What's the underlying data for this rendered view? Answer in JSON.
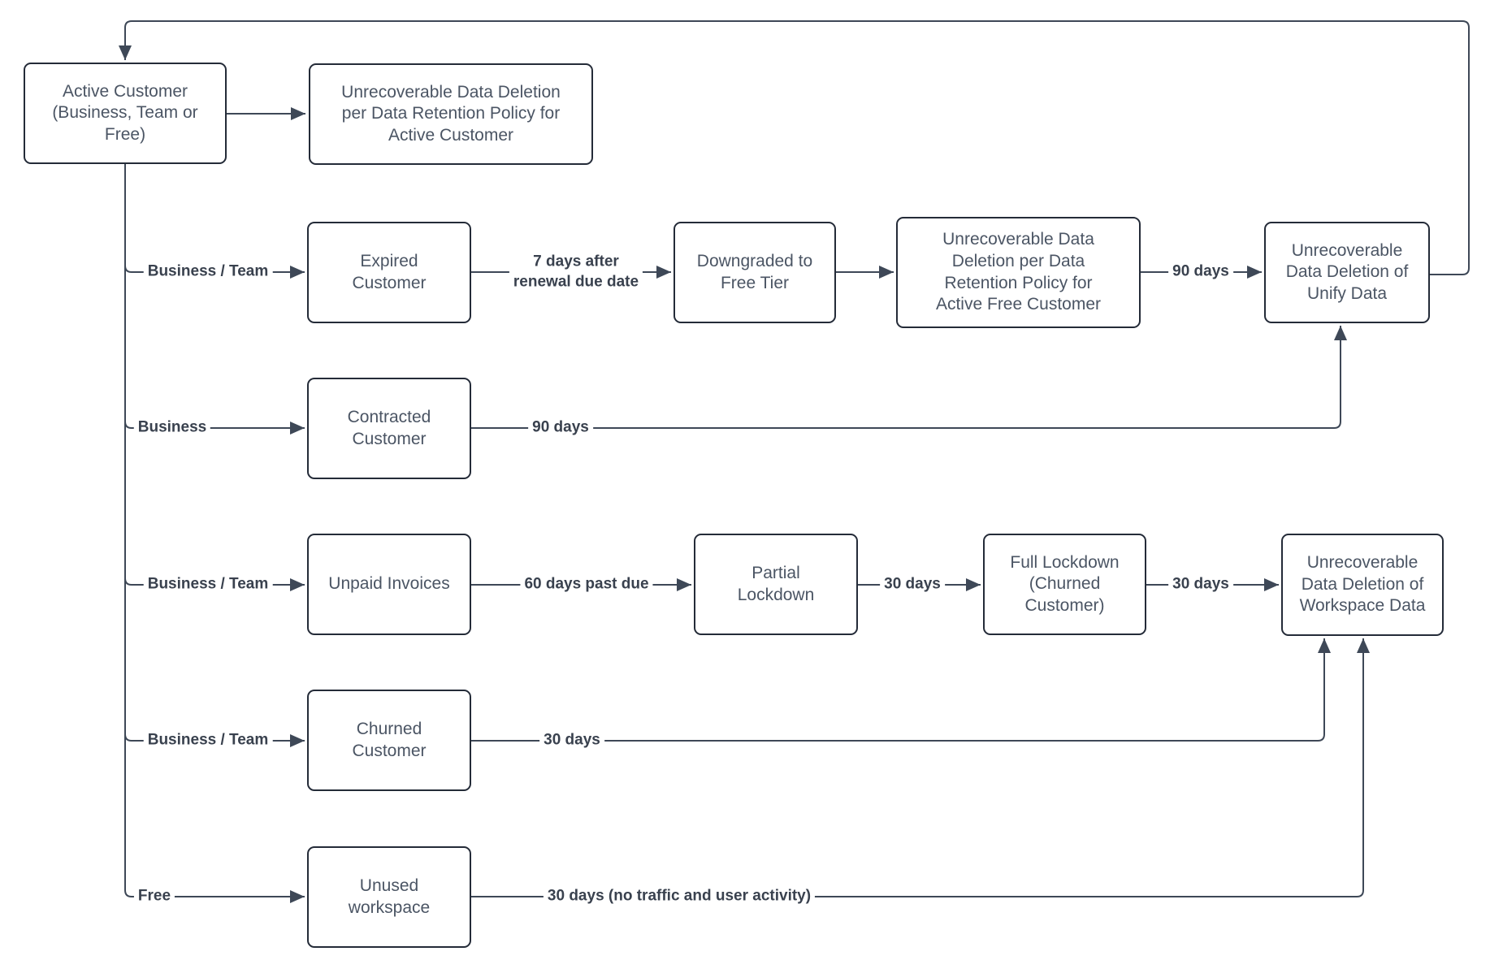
{
  "colors": {
    "canvas-bg": "#ffffff",
    "node-border": "#242b38",
    "node-bg": "#ffffff",
    "node-text": "#4b5564",
    "edge-line": "#3e4857",
    "edge-label": "#39414e"
  },
  "nodes": [
    {
      "id": "active-customer",
      "label": "Active Customer\n(Business, Team or\nFree)"
    },
    {
      "id": "deletion-active-customer",
      "label": "Unrecoverable Data Deletion\nper Data Retention Policy for\nActive Customer"
    },
    {
      "id": "expired-customer",
      "label": "Expired\nCustomer"
    },
    {
      "id": "downgraded-free-tier",
      "label": "Downgraded to\nFree Tier"
    },
    {
      "id": "deletion-active-free-customer",
      "label": "Unrecoverable Data\nDeletion per Data\nRetention Policy for\nActive Free Customer"
    },
    {
      "id": "deletion-unify-data",
      "label": "Unrecoverable\nData Deletion of\nUnify Data"
    },
    {
      "id": "contracted-customer",
      "label": "Contracted\nCustomer"
    },
    {
      "id": "unpaid-invoices",
      "label": "Unpaid Invoices"
    },
    {
      "id": "partial-lockdown",
      "label": "Partial\nLockdown"
    },
    {
      "id": "full-lockdown",
      "label": "Full Lockdown\n(Churned\nCustomer)"
    },
    {
      "id": "deletion-workspace-data",
      "label": "Unrecoverable\nData Deletion of\nWorkspace Data"
    },
    {
      "id": "churned-customer",
      "label": "Churned\nCustomer"
    },
    {
      "id": "unused-workspace",
      "label": "Unused\nworkspace"
    }
  ],
  "labels": [
    {
      "id": "business-team-expired",
      "text": "Business / Team"
    },
    {
      "id": "7-days-after-renewal",
      "text": "7 days after\nrenewal due date"
    },
    {
      "id": "90-days-to-unify",
      "text": "90 days"
    },
    {
      "id": "business-contracted",
      "text": "Business"
    },
    {
      "id": "90-days-contracted",
      "text": "90 days"
    },
    {
      "id": "business-team-unpaid",
      "text": "Business / Team"
    },
    {
      "id": "60-days-past-due",
      "text": "60 days past due"
    },
    {
      "id": "30-days-partial-full",
      "text": "30 days"
    },
    {
      "id": "30-days-full-workspace",
      "text": "30 days"
    },
    {
      "id": "business-team-churned",
      "text": "Business / Team"
    },
    {
      "id": "30-days-churned",
      "text": "30 days"
    },
    {
      "id": "free-unused",
      "text": "Free"
    },
    {
      "id": "30-days-no-traffic",
      "text": "30 days (no traffic and user activity)"
    }
  ]
}
